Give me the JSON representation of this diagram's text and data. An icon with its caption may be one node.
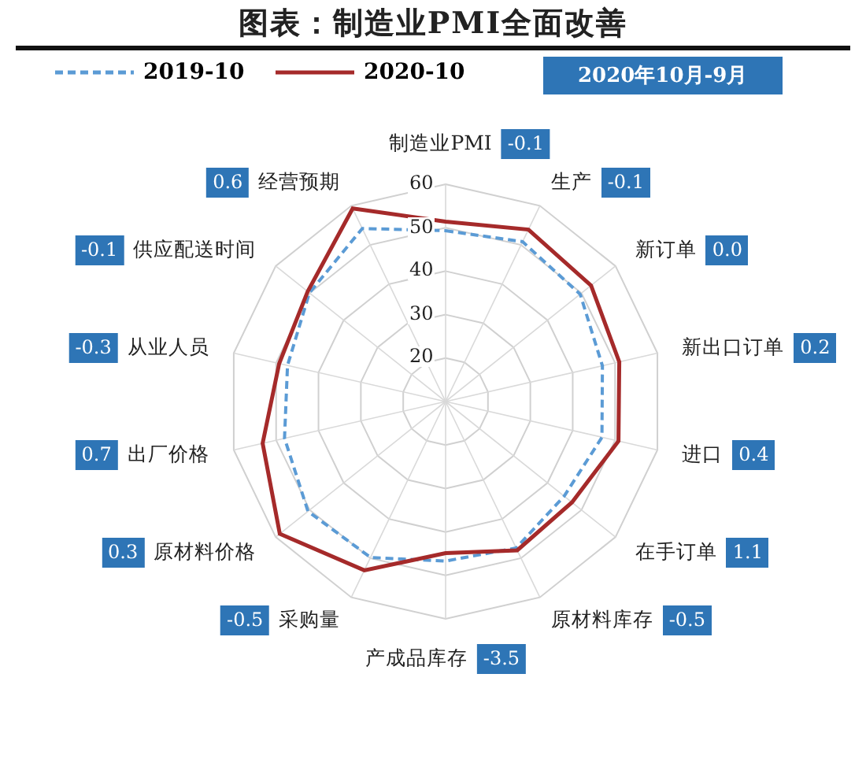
{
  "diagram": {
    "title": "图表：制造业PMI全面改善",
    "labels": [
      "2020年10月-9月",
      "60",
      "50",
      "40",
      "30",
      "20",
      "制造业PMI",
      "-0.1",
      "生产",
      "-0.1",
      "新订单",
      "0.0",
      "新出口订单",
      "0.2",
      "进口",
      "0.4",
      "在手订单",
      "1.1",
      "原材料库存",
      "-0.5",
      "产成品库存",
      "-3.5",
      "采购量",
      "-0.5",
      "原材料价格",
      "0.3",
      "出厂价格",
      "0.7",
      "从业人员",
      "-0.3",
      "供应配送时间",
      "-0.1",
      "经营预期",
      "0.6"
    ],
    "legend": [
      {
        "text": "2019-10"
      },
      {
        "text": "2020-10"
      }
    ]
  }
}
